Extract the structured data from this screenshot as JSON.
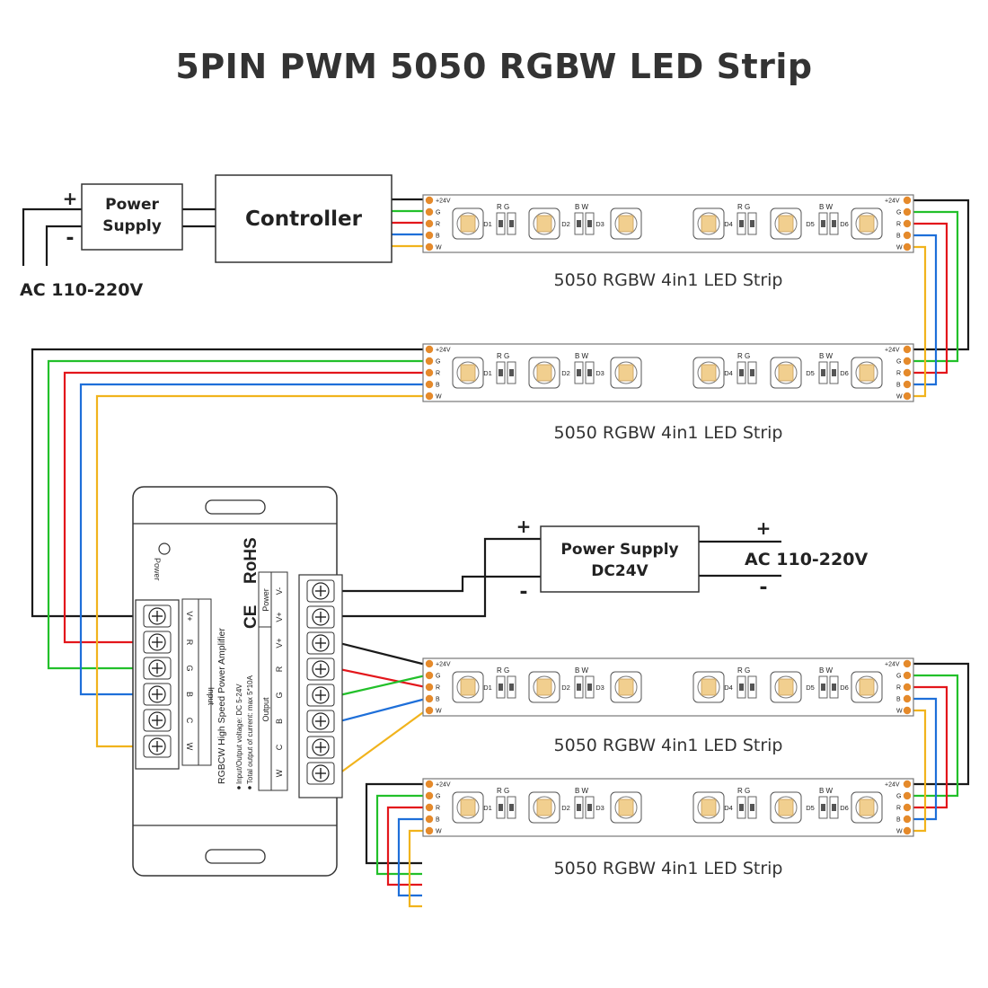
{
  "title": "5PIN PWM 5050 RGBW LED Strip",
  "power_supply": {
    "label_line1": "Power",
    "label_line2": "Supply",
    "plus": "+",
    "minus": "-"
  },
  "controller": {
    "label": "Controller"
  },
  "ac_input_top": "AC 110-220V",
  "strip_caption": "5050 RGBW 4in1 LED Strip",
  "strip_pins": [
    "+24V",
    "G",
    "R",
    "B",
    "W"
  ],
  "strip_segment_labels": {
    "rg": "R  G",
    "bw": "B  W",
    "d1": "D1",
    "d2": "D2",
    "d3": "D3",
    "d4": "D4",
    "d5": "D5",
    "d6": "D6"
  },
  "dc_supply": {
    "line1": "Power Supply",
    "line2": "DC24V",
    "plus": "+",
    "minus": "-"
  },
  "ac_input_right": "AC 110-220V",
  "amplifier": {
    "power_label": "Power",
    "rohs": "RoHS",
    "ce": "CE",
    "name": "RGBCW High Speed Power Amplifier",
    "spec1": "Input/Output voltage: DC 5-24V",
    "spec2": "Total output of current: max 5*10A",
    "input_label": "Input",
    "input_terminals": [
      "V+",
      "R",
      "G",
      "B",
      "C",
      "W"
    ],
    "power_section": "Power",
    "output_section": "Output",
    "power_terminals": [
      "V-",
      "V+"
    ],
    "output_terminals": [
      "V+",
      "R",
      "G",
      "B",
      "C",
      "W"
    ]
  },
  "colors": {
    "black": "#1a1a1a",
    "green": "#22c02a",
    "red": "#e3161b",
    "blue": "#1e6fd9",
    "yellow": "#f1b31c",
    "strip_outline": "#777777",
    "pad": "#e58a2b"
  }
}
